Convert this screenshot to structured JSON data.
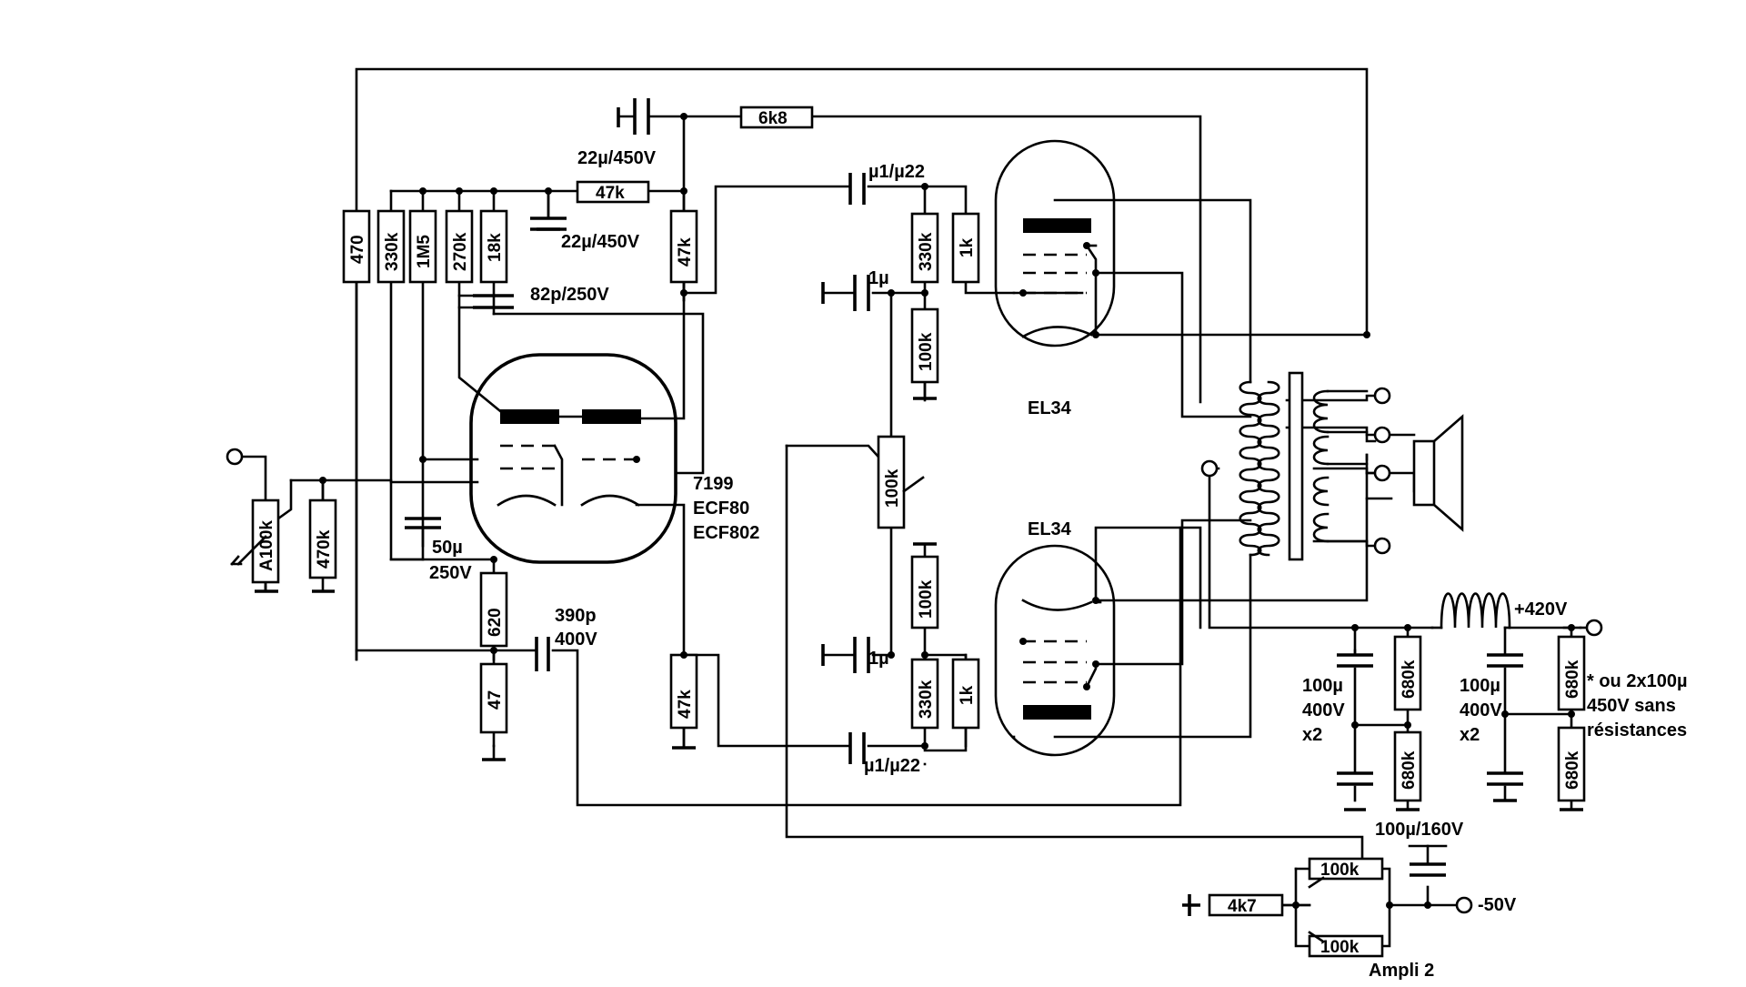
{
  "components": {
    "r_470": "470",
    "r_330k_left": "330k",
    "r_1m5": "1M5",
    "r_270k": "270k",
    "r_18k": "18k",
    "r_47k_top": "47k",
    "r_47k_plate": "47k",
    "r_6k8": "6k8",
    "c_22u_top": "22µ/450V",
    "c_22u_mid": "22µ/450V",
    "c_82p": "82p/250V",
    "r_a100k": "A100k",
    "r_470k": "470k",
    "c_50u_value": "50µ",
    "c_50u_voltage": "250V",
    "r_620": "620",
    "r_47": "47",
    "c_390p_value": "390p",
    "c_390p_voltage": "400V",
    "r_47k_bottom": "47k",
    "c_u1_top": "µ1/µ22",
    "c_u1_bottom": "µ1/µ22",
    "c_1u_top": "1µ",
    "c_1u_bottom": "1µ",
    "r_330k_top": "330k",
    "r_1k_top": "1k",
    "r_100k_top": "100k",
    "r_100k_pot": "100k",
    "r_100k_bottom": "100k",
    "r_330k_bottom": "330k",
    "r_1k_bottom": "1k",
    "c_psu1_value": "100µ",
    "c_psu1_voltage": "400V",
    "c_psu1_count": "x2",
    "c_psu2_value": "100µ",
    "c_psu2_voltage": "400V",
    "c_psu2_count": "x2",
    "r_680k_1": "680k",
    "r_680k_2": "680k",
    "r_680k_3": "680k",
    "r_680k_4": "680k",
    "c_100u_160v": "100µ/160V",
    "r_100k_bias1": "100k",
    "r_100k_bias2": "100k",
    "r_4k7": "4k7"
  },
  "tubes": {
    "driver_line1": "7199",
    "driver_line2": "ECF80",
    "driver_line3": "ECF802",
    "power_top": "EL34",
    "power_bottom": "EL34"
  },
  "supply": {
    "b_plus": "+420V",
    "bias": "-50V",
    "note_line1": "* ou 2x100µ",
    "note_line2": "450V sans",
    "note_line3": "résistances",
    "ampli2": "Ampli 2"
  }
}
